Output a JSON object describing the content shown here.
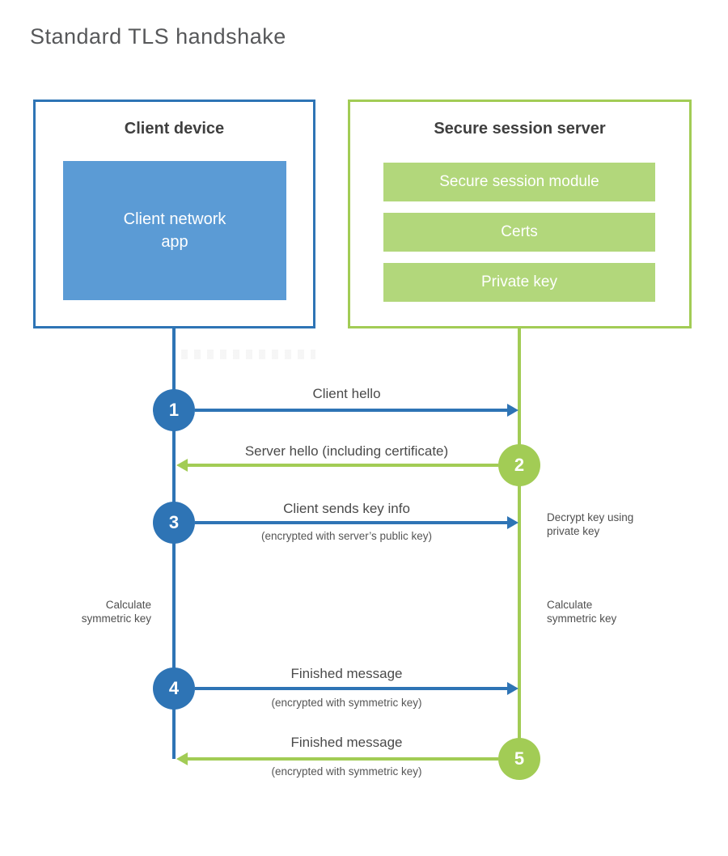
{
  "title": "Standard TLS handshake",
  "colors": {
    "blue_accent": "#2e74b5",
    "blue_fill": "#5b9bd5",
    "green_accent": "#a2cc55",
    "green_fill": "#b2d77b",
    "heading_text": "#3f3f3f",
    "title_text": "#57585a",
    "label_text": "#4a4a4a",
    "white_text": "#ffffff"
  },
  "client": {
    "title": "Client device",
    "app_label": "Client network app"
  },
  "server": {
    "title": "Secure session server",
    "modules": [
      "Secure session module",
      "Certs",
      "Private key"
    ]
  },
  "steps": [
    {
      "number": "1",
      "direction": "right",
      "from": "client",
      "to": "server",
      "label": "Client hello",
      "sublabel": ""
    },
    {
      "number": "2",
      "direction": "left",
      "from": "server",
      "to": "client",
      "label": "Server hello (including certificate)",
      "sublabel": ""
    },
    {
      "number": "3",
      "direction": "right",
      "from": "client",
      "to": "server",
      "label": "Client sends key info",
      "sublabel": "(encrypted with server’s public key)"
    },
    {
      "number": "4",
      "direction": "right",
      "from": "client",
      "to": "server",
      "label": "Finished message",
      "sublabel": "(encrypted with symmetric key)"
    },
    {
      "number": "5",
      "direction": "left",
      "from": "server",
      "to": "client",
      "label": "Finished message",
      "sublabel": "(encrypted with symmetric key)"
    }
  ],
  "annotations": {
    "decrypt": "Decrypt key using private key",
    "calculate_left": "Calculate symmetric key",
    "calculate_right": "Calculate symmetric key"
  }
}
